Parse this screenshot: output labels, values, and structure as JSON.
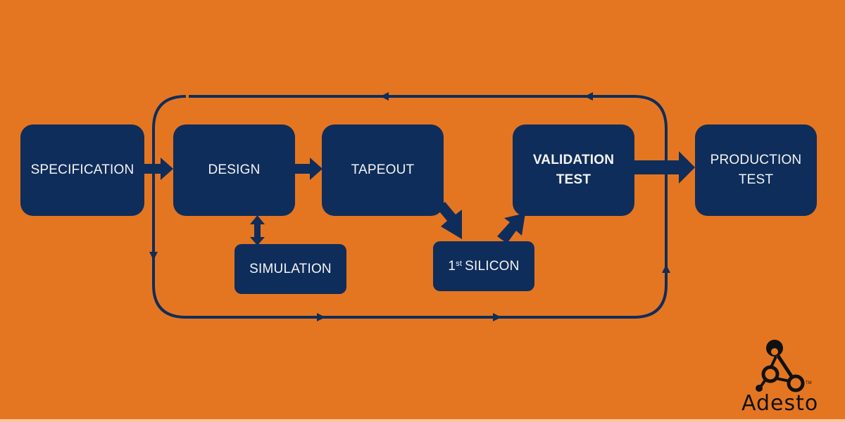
{
  "diagram": {
    "title": "Silicon development flow",
    "nodes": {
      "specification": "SPECIFICATION",
      "design": "DESIGN",
      "tapeout": "TAPEOUT",
      "validation_line1": "VALIDATION",
      "validation_line2": "TEST",
      "production_line1": "PRODUCTION",
      "production_line2": "TEST",
      "simulation": "SIMULATION",
      "first_silicon_number": "1",
      "first_silicon_suffix": "st",
      "first_silicon_label": "SILICON"
    },
    "edges": [
      {
        "from": "SPECIFICATION",
        "to": "DESIGN"
      },
      {
        "from": "DESIGN",
        "to": "TAPEOUT"
      },
      {
        "from": "DESIGN",
        "to": "SIMULATION",
        "bidirectional": true
      },
      {
        "from": "TAPEOUT",
        "to": "1st SILICON"
      },
      {
        "from": "1st SILICON",
        "to": "VALIDATION TEST"
      },
      {
        "from": "VALIDATION TEST",
        "to": "PRODUCTION TEST"
      },
      {
        "type": "feedback-loop",
        "around": [
          "DESIGN",
          "TAPEOUT",
          "SIMULATION",
          "1st SILICON",
          "VALIDATION TEST"
        ]
      }
    ],
    "colors": {
      "background": "#E57621",
      "box": "#0F2D5A",
      "text": "#F4F4F4"
    }
  },
  "logo": {
    "brand": "Adesto",
    "trademark": "TM"
  }
}
